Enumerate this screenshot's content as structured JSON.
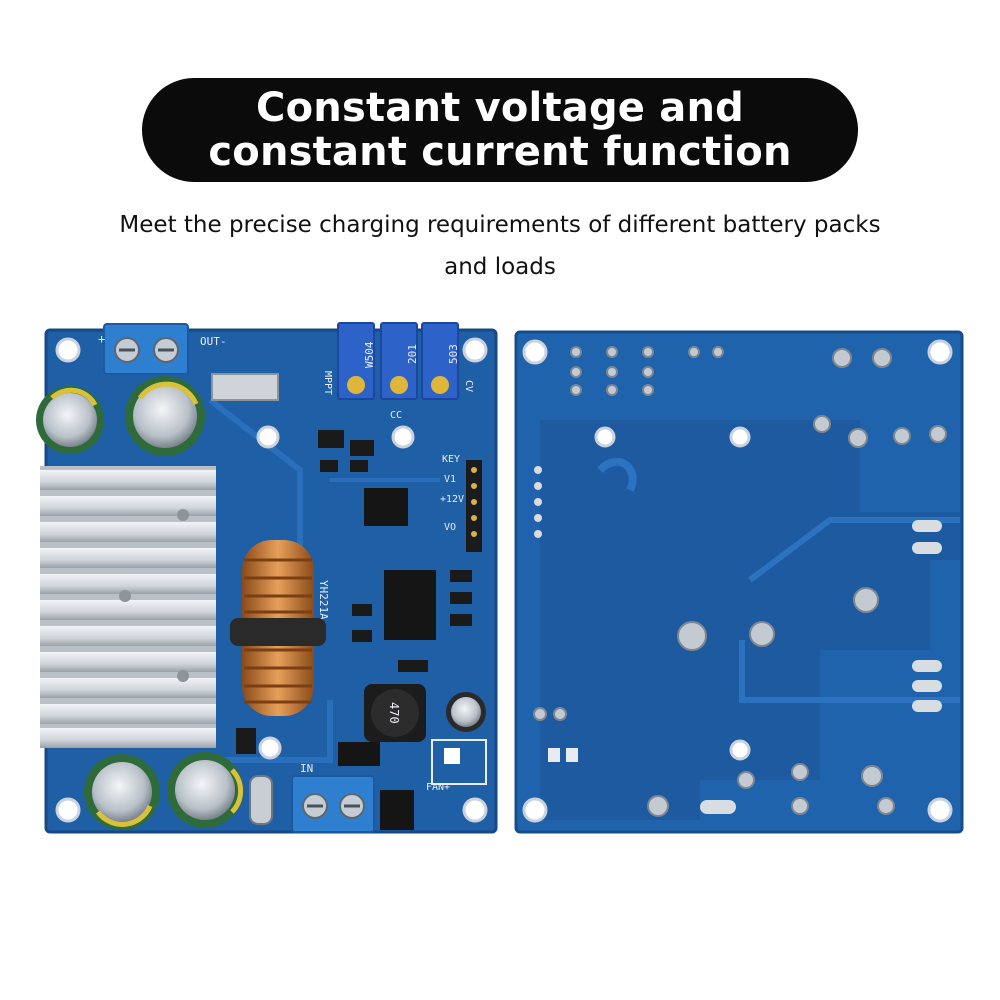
{
  "headline": {
    "line1": "Constant voltage and",
    "line2": "constant current function"
  },
  "subheadline": {
    "line1": "Meet the precise charging requirements of different battery packs",
    "line2": "and loads"
  },
  "board_front": {
    "silkscreen": {
      "out": "OUT-",
      "plus": "+",
      "mppt": "MPPT",
      "pot1": "W504",
      "pot2": "201",
      "pot3": "503",
      "cv": "CV",
      "cc": "CC",
      "key": "KEY",
      "v1": "V1",
      "v12": "+12V",
      "vo": "VO",
      "model": "YH221A",
      "inductor": "470",
      "fan": "FAN+",
      "in": "IN"
    }
  },
  "colors": {
    "pcb": "#1f5fa6",
    "pcb_dark": "#17498a",
    "terminal": "#2f7fd0",
    "heatsink": "#d9dde2",
    "copper": "#c8772f",
    "title_bg": "#0b0b0b"
  }
}
